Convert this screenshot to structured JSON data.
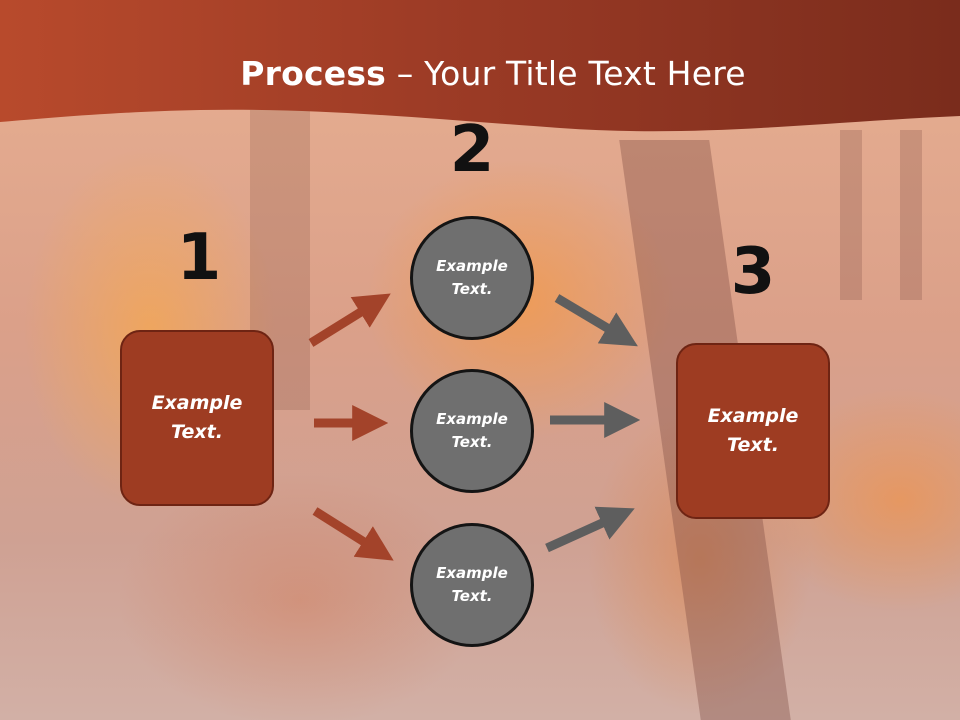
{
  "title": {
    "bold": "Process",
    "rest": " – Your Title Text Here"
  },
  "steps": {
    "one": "1",
    "two": "2",
    "three": "3"
  },
  "boxes": {
    "left": "Example\nText.",
    "right": "Example\nText."
  },
  "circles": {
    "top": "Example\nText.",
    "middle": "Example\nText.",
    "bottom": "Example\nText."
  },
  "colors": {
    "header": "#a5422a",
    "box": "#9e3c22",
    "circle": "#6f6f6f",
    "left_arrows": "#a3432a",
    "right_arrows": "#5e5e5e"
  }
}
